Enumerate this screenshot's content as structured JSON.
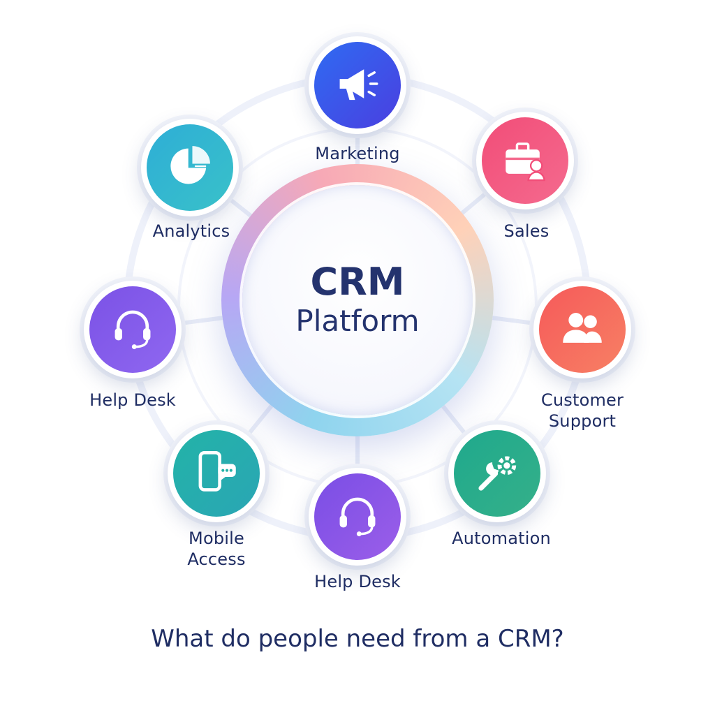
{
  "hub": {
    "line1": "CRM",
    "line2": "Platform"
  },
  "question": "What do people need from a CRM?",
  "features": [
    {
      "id": "marketing",
      "icon": "megaphone-icon",
      "lines": [
        "Marketing"
      ],
      "gradient": [
        "#2f6bf2",
        "#4a3fe0"
      ]
    },
    {
      "id": "sales",
      "icon": "briefcase-user-icon",
      "lines": [
        "Sales"
      ],
      "gradient": [
        "#f24d78",
        "#f46a8e"
      ]
    },
    {
      "id": "customer-support",
      "icon": "users-icon",
      "lines": [
        "Customer",
        "Support"
      ],
      "gradient": [
        "#f65a5a",
        "#f78064"
      ]
    },
    {
      "id": "automation",
      "icon": "wrench-gear-icon",
      "lines": [
        "Automation"
      ],
      "gradient": [
        "#1fa98c",
        "#35b08a"
      ]
    },
    {
      "id": "help-desk-bottom",
      "icon": "headset-icon",
      "lines": [
        "Help Desk"
      ],
      "gradient": [
        "#7a4ee6",
        "#9b5ee8"
      ]
    },
    {
      "id": "mobile-access",
      "icon": "phone-chat-icon",
      "lines": [
        "Mobile",
        "Access"
      ],
      "gradient": [
        "#23b3a8",
        "#2aa6b4"
      ]
    },
    {
      "id": "help-desk-left",
      "icon": "headset-icon",
      "lines": [
        "Help Desk"
      ],
      "gradient": [
        "#7b52e6",
        "#8f67f0"
      ]
    },
    {
      "id": "analytics",
      "icon": "pie-chart-icon",
      "lines": [
        "Analytics"
      ],
      "gradient": [
        "#2eaed6",
        "#39c1c9"
      ]
    }
  ]
}
